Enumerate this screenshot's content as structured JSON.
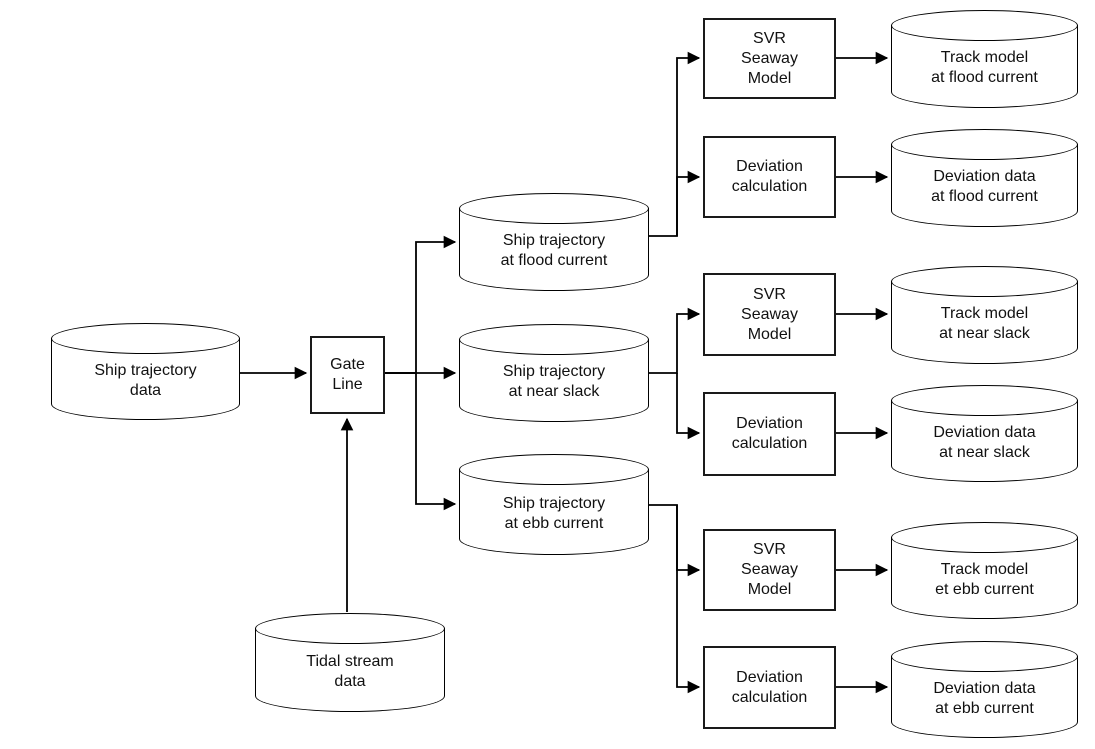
{
  "colors": {
    "stroke": "#000000",
    "background": "#ffffff",
    "text": "#111111"
  },
  "nodes": {
    "shipTrajectoryData": {
      "shape": "cylinder",
      "label": "Ship trajectory\ndata"
    },
    "gateLine": {
      "shape": "rect",
      "label": "Gate\nLine"
    },
    "tidalStreamData": {
      "shape": "cylinder",
      "label": "Tidal stream\ndata"
    },
    "shipTrajFlood": {
      "shape": "cylinder",
      "label": "Ship trajectory\nat flood current"
    },
    "shipTrajSlack": {
      "shape": "cylinder",
      "label": "Ship trajectory\nat near slack"
    },
    "shipTrajEbb": {
      "shape": "cylinder",
      "label": "Ship trajectory\nat ebb current"
    },
    "svrFlood": {
      "shape": "rect",
      "label": "SVR\nSeaway\nModel"
    },
    "devCalcFlood": {
      "shape": "rect",
      "label": "Deviation\ncalculation"
    },
    "svrSlack": {
      "shape": "rect",
      "label": "SVR\nSeaway\nModel"
    },
    "devCalcSlack": {
      "shape": "rect",
      "label": "Deviation\ncalculation"
    },
    "svrEbb": {
      "shape": "rect",
      "label": "SVR\nSeaway\nModel"
    },
    "devCalcEbb": {
      "shape": "rect",
      "label": "Deviation\ncalculation"
    },
    "trackFlood": {
      "shape": "cylinder",
      "label": "Track model\nat flood current"
    },
    "devDataFlood": {
      "shape": "cylinder",
      "label": "Deviation data\nat flood current"
    },
    "trackSlack": {
      "shape": "cylinder",
      "label": "Track model\nat near slack"
    },
    "devDataSlack": {
      "shape": "cylinder",
      "label": "Deviation data\nat near slack"
    },
    "trackEbb": {
      "shape": "cylinder",
      "label": "Track model\net ebb current"
    },
    "devDataEbb": {
      "shape": "cylinder",
      "label": "Deviation data\nat ebb current"
    }
  },
  "edges": [
    {
      "from": "Ship trajectory data",
      "to": "Gate Line"
    },
    {
      "from": "Tidal stream data",
      "to": "Gate Line"
    },
    {
      "from": "Gate Line",
      "to": "Ship trajectory at flood current"
    },
    {
      "from": "Gate Line",
      "to": "Ship trajectory at near slack"
    },
    {
      "from": "Gate Line",
      "to": "Ship trajectory at ebb current"
    },
    {
      "from": "Ship trajectory at flood current",
      "to": "SVR Seaway Model (flood)"
    },
    {
      "from": "Ship trajectory at flood current",
      "to": "Deviation calculation (flood)"
    },
    {
      "from": "Ship trajectory at near slack",
      "to": "SVR Seaway Model (near slack)"
    },
    {
      "from": "Ship trajectory at near slack",
      "to": "Deviation calculation (near slack)"
    },
    {
      "from": "Ship trajectory at ebb current",
      "to": "SVR Seaway Model (ebb)"
    },
    {
      "from": "Ship trajectory at ebb current",
      "to": "Deviation calculation (ebb)"
    },
    {
      "from": "SVR Seaway Model (flood)",
      "to": "Track model at flood current"
    },
    {
      "from": "Deviation calculation (flood)",
      "to": "Deviation data at flood current"
    },
    {
      "from": "SVR Seaway Model (near slack)",
      "to": "Track model at near slack"
    },
    {
      "from": "Deviation calculation (near slack)",
      "to": "Deviation data at near slack"
    },
    {
      "from": "SVR Seaway Model (ebb)",
      "to": "Track model et ebb current"
    },
    {
      "from": "Deviation calculation (ebb)",
      "to": "Deviation data at ebb current"
    }
  ]
}
